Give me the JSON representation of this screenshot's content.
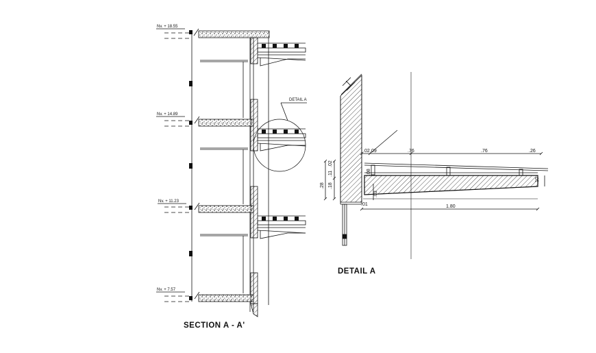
{
  "section": {
    "title": "SECTION A - A'",
    "levels": [
      "Nv. + 18.55",
      "Nv. + 14.89",
      "Nv. + 11.23",
      "Nv. + 7.57"
    ],
    "detail_callout": "DETAIL A"
  },
  "detail": {
    "title": "DETAIL A",
    "dims": {
      "d_02": ".02",
      "d_09": ".09",
      "d_76a": ".76",
      "d_76b": ".76",
      "d_26": ".26",
      "d_11": ".11",
      "d_02v": ".02",
      "d_28": ".28",
      "d_18": ".18",
      "d_08": ".08",
      "d_03": ".03",
      "d_01": ".01",
      "d_10": ".10",
      "d_180": "1.80"
    }
  }
}
